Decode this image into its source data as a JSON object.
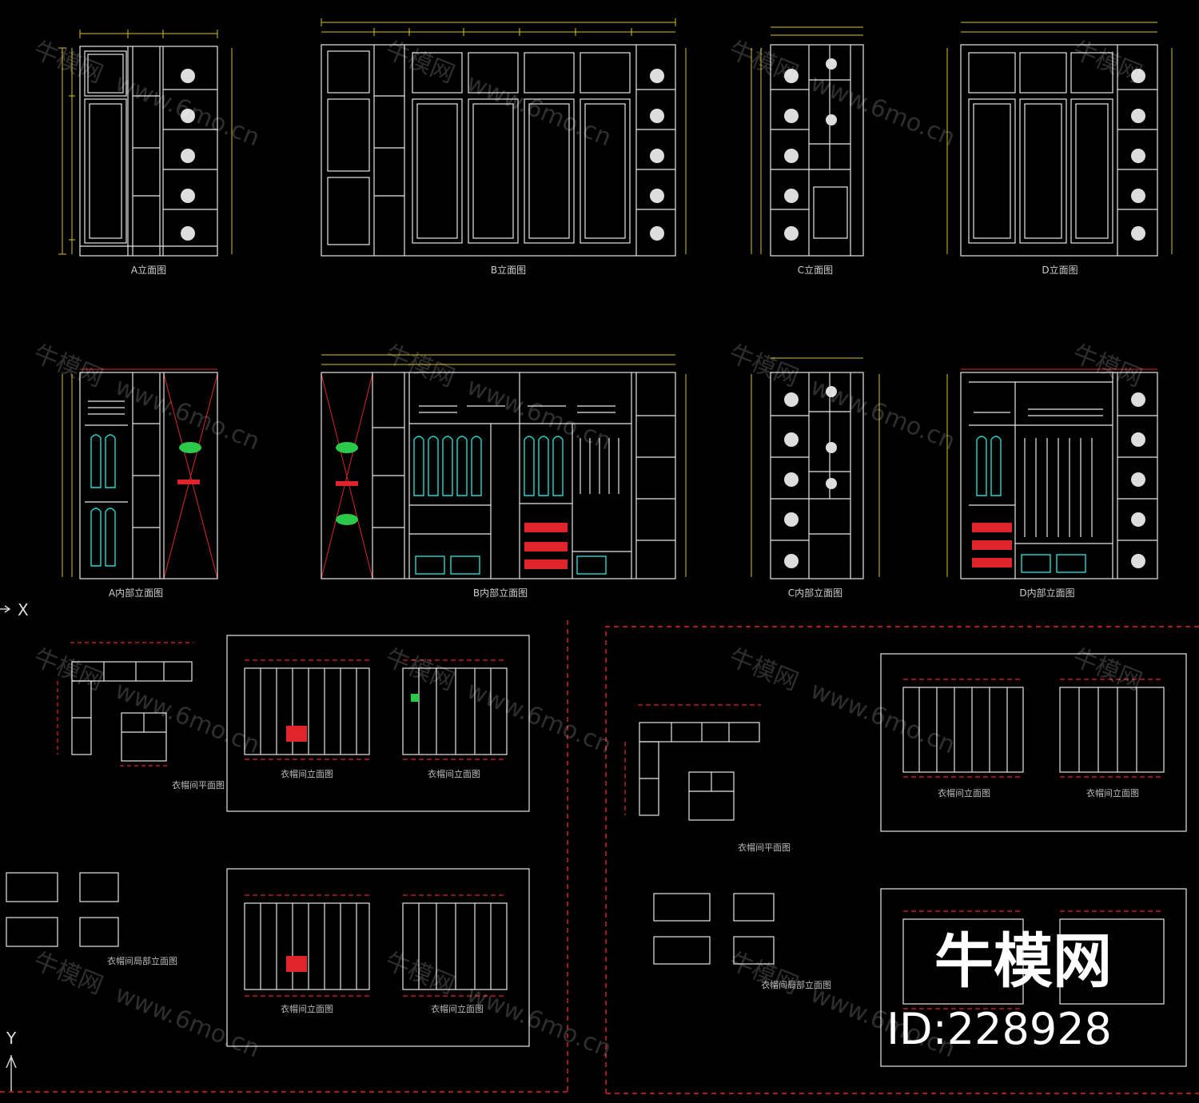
{
  "elevations": [
    {
      "label": "A立面图"
    },
    {
      "label": "B立面图"
    },
    {
      "label": "C立面图"
    },
    {
      "label": "D立面图"
    },
    {
      "label": "A内部立面图"
    },
    {
      "label": "B内部立面图"
    },
    {
      "label": "C内部立面图"
    },
    {
      "label": "D内部立面图"
    }
  ],
  "ucs": {
    "x_label": "X",
    "y_label": "Y"
  },
  "sheets": {
    "left_top_plan_label": "衣帽间平面图",
    "left_top_sheet_labels": [
      "衣帽间立面图",
      "衣帽间立面图"
    ],
    "left_bottom_plan_label": "衣帽间局部立面图",
    "left_bottom_sheet_labels": [
      "衣帽间立面图",
      "衣帽间立面图"
    ],
    "right_top_plan_label": "衣帽间平面图",
    "right_top_sheet_labels": [
      "衣帽间立面图",
      "衣帽间立面图"
    ],
    "right_bottom_plan_label": "衣帽间局部立面图"
  },
  "watermark": {
    "brand": "牛模网",
    "url": "www.6mo.cn"
  },
  "brand_overlay": {
    "name": "牛模网",
    "id_text": "ID:228928"
  },
  "colors": {
    "line": "#e6e6e6",
    "dimension": "#d8c21a",
    "red": "#e0242b",
    "cyan": "#2ad6d0",
    "green": "#2cc84a",
    "background": "#000000"
  }
}
